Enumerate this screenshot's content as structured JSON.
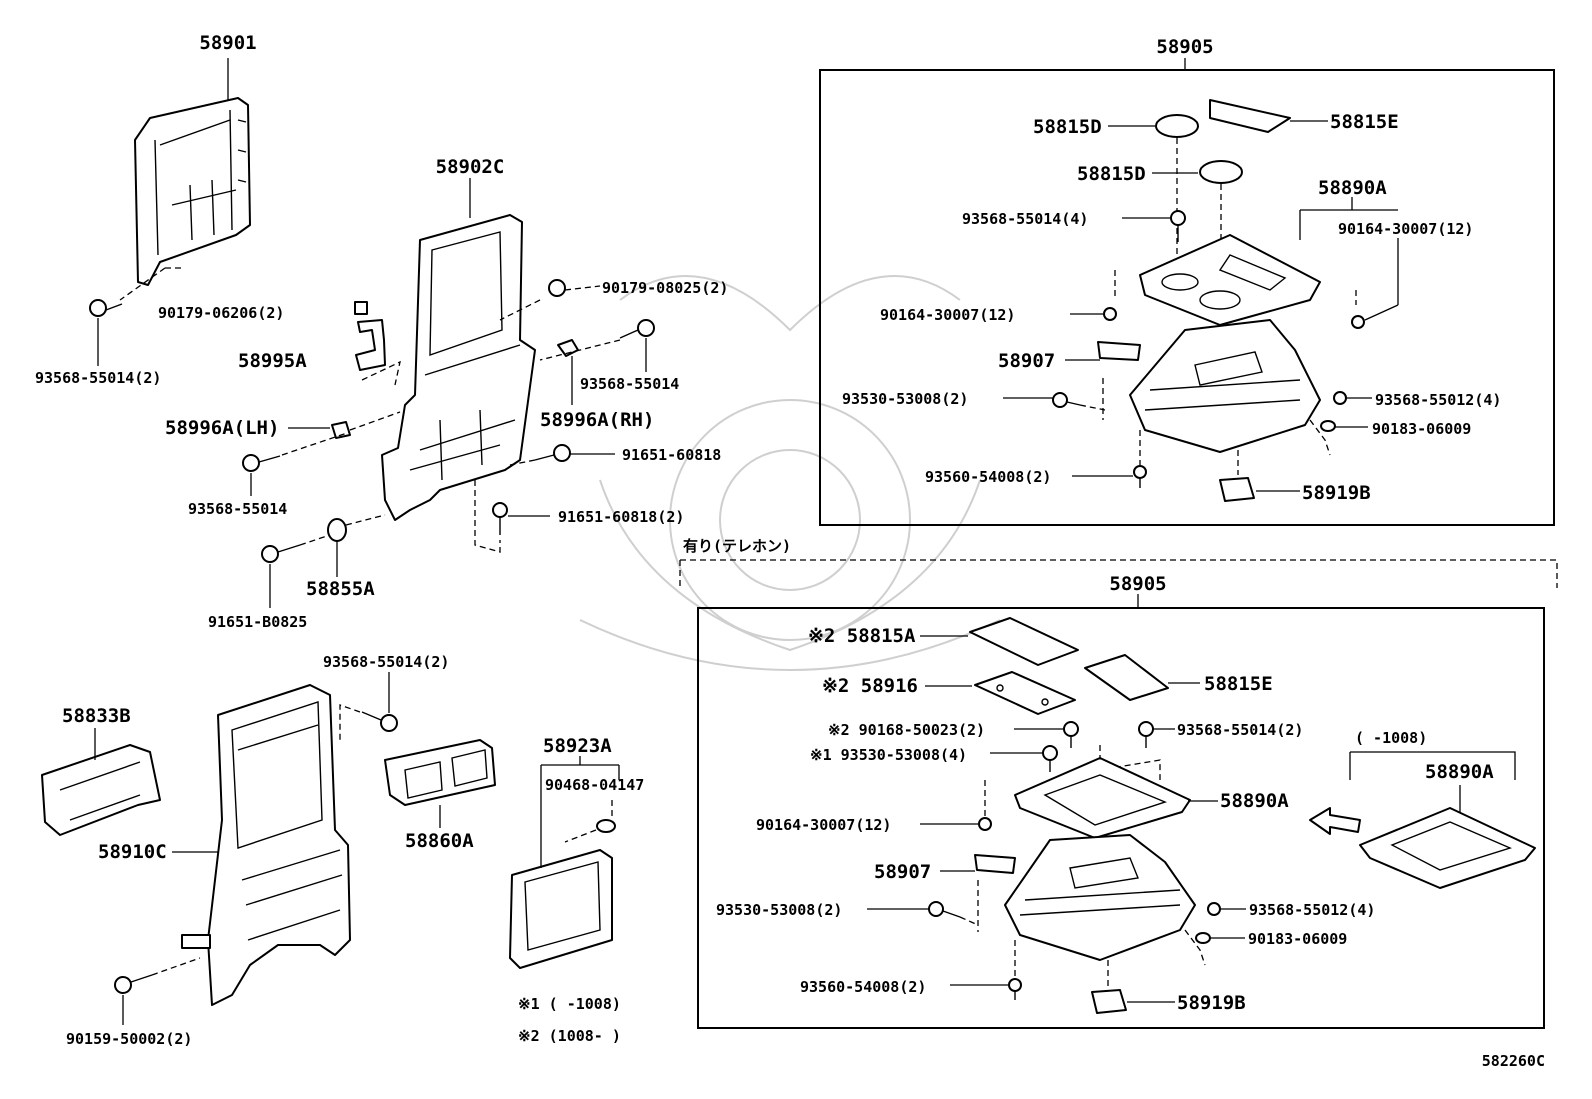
{
  "diagram_id": "582260C",
  "group_labels": {
    "main_assembly_top": "58905",
    "main_assembly_bottom": "58905",
    "variant_note": "有り(テレホン)",
    "date_range_1008": "(      -1008)"
  },
  "footnotes": {
    "note1": "※1 (       -1008)",
    "note2": "※2 (1008-       )"
  },
  "labels": {
    "p58901": "58901",
    "p58902C": "58902C",
    "p90179_06206": "90179-06206(2)",
    "p93568_55014_2a": "93568-55014(2)",
    "p58995A": "58995A",
    "p90179_08025": "90179-08025(2)",
    "p93568_55014_a": "93568-55014",
    "p58996A_RH": "58996A(RH)",
    "p58996A_LH": "58996A(LH)",
    "p91651_60818": "91651-60818",
    "p93568_55014_b": "93568-55014",
    "p91651_60818_2": "91651-60818(2)",
    "p58855A": "58855A",
    "p91651_B0825": "91651-B0825",
    "p93568_55014_2b": "93568-55014(2)",
    "p58833B": "58833B",
    "p58860A": "58860A",
    "p58910C": "58910C",
    "p58923A": "58923A",
    "p90468_04147": "90468-04147",
    "p90159_50002": "90159-50002(2)",
    "t58815D_1": "58815D",
    "t58815E": "58815E",
    "t58815D_2": "58815D",
    "t58890A": "58890A",
    "t93568_55014_4": "93568-55014(4)",
    "t90164_30007_12a": "90164-30007(12)",
    "t90164_30007_12b": "90164-30007(12)",
    "t58907": "58907",
    "t93530_53008": "93530-53008(2)",
    "t93568_55012": "93568-55012(4)",
    "t90183_06009": "90183-06009",
    "t93560_54008": "93560-54008(2)",
    "t58919B": "58919B",
    "b58815A": "※2 58815A",
    "b58916": "※2 58916",
    "b58815E": "58815E",
    "b90168_50023": "※2 90168-50023(2)",
    "b93568_55014_2": "93568-55014(2)",
    "b93530_53008_4": "※1 93530-53008(4)",
    "b90164_30007": "90164-30007(12)",
    "b58890A": "58890A",
    "b58890A_alt": "58890A",
    "b58907": "58907",
    "b93530_53008_2": "93530-53008(2)",
    "b93568_55012": "93568-55012(4)",
    "b90183_06009": "90183-06009",
    "b93560_54008": "93560-54008(2)",
    "b58919B": "58919B"
  }
}
